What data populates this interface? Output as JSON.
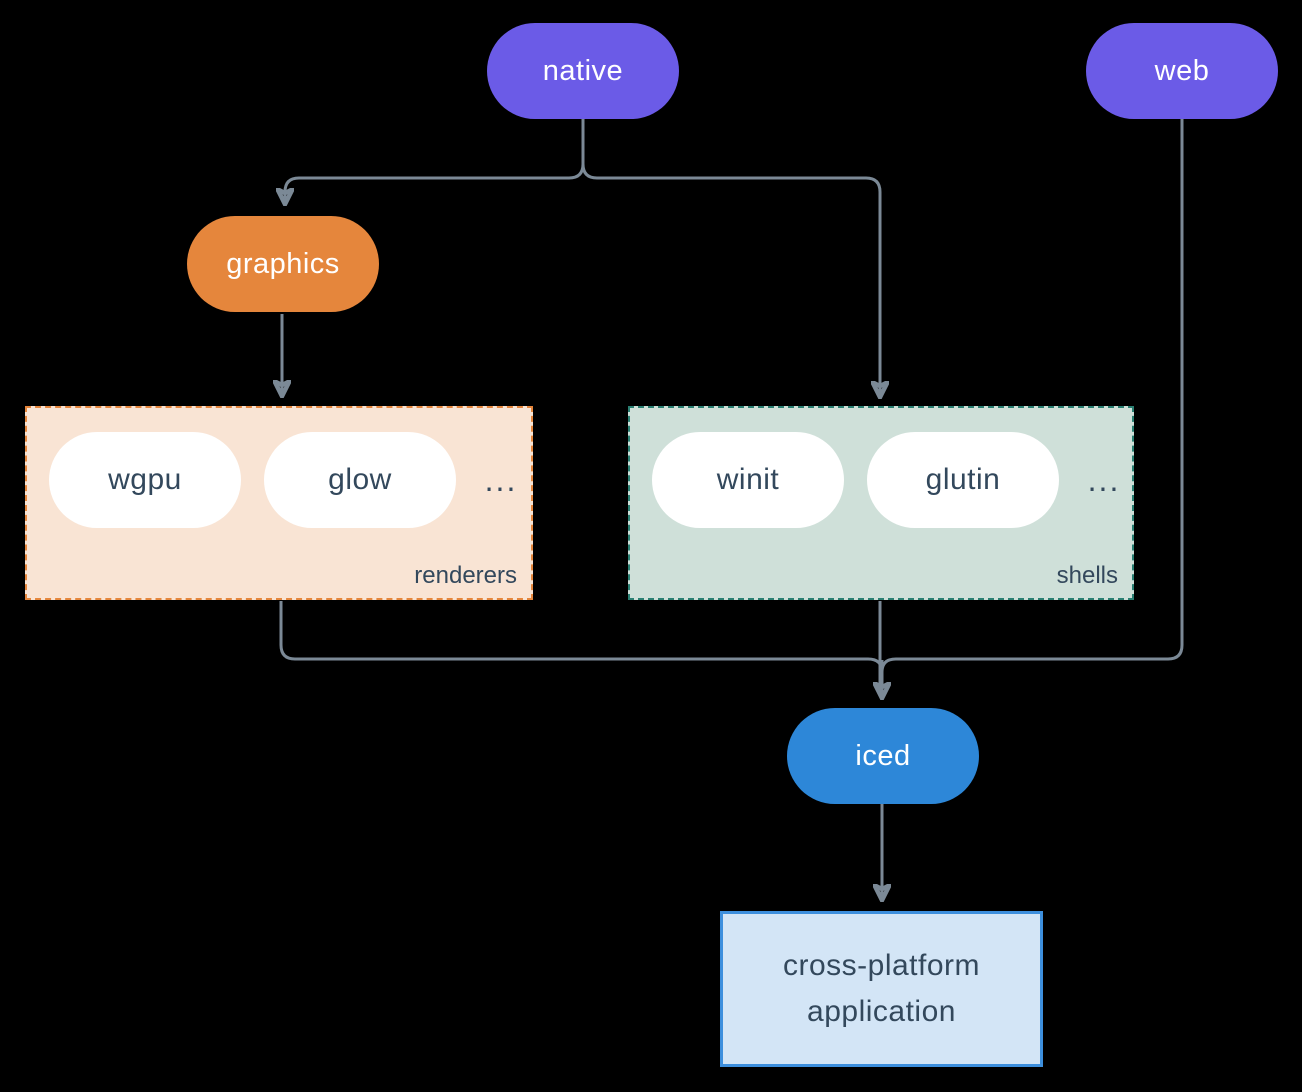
{
  "diagram": {
    "background_color": "#000000",
    "line_color": "#7b8996",
    "nodes": {
      "native": {
        "label": "native",
        "color": "#6b5be7"
      },
      "web": {
        "label": "web",
        "color": "#6b5be7"
      },
      "graphics": {
        "label": "graphics",
        "color": "#e5863c"
      },
      "iced": {
        "label": "iced",
        "color": "#2d87d8"
      },
      "app": {
        "label_line1": "cross-platform",
        "label_line2": "application",
        "fill_color": "#d3e5f6",
        "border_color": "#3d8fdd"
      }
    },
    "groups": {
      "renderers": {
        "label": "renderers",
        "items": [
          "wgpu",
          "glow"
        ],
        "more": "...",
        "fill_color": "#f9e4d4",
        "border_color": "#e5863c"
      },
      "shells": {
        "label": "shells",
        "items": [
          "winit",
          "glutin"
        ],
        "more": "...",
        "fill_color": "#cfe0d9",
        "border_color": "#2a7f72"
      }
    },
    "edges": [
      {
        "from": "native",
        "to": "graphics"
      },
      {
        "from": "native",
        "to": "shells"
      },
      {
        "from": "graphics",
        "to": "renderers"
      },
      {
        "from": "renderers",
        "to": "iced"
      },
      {
        "from": "shells",
        "to": "iced"
      },
      {
        "from": "web",
        "to": "iced"
      },
      {
        "from": "iced",
        "to": "cross-platform application"
      }
    ]
  }
}
